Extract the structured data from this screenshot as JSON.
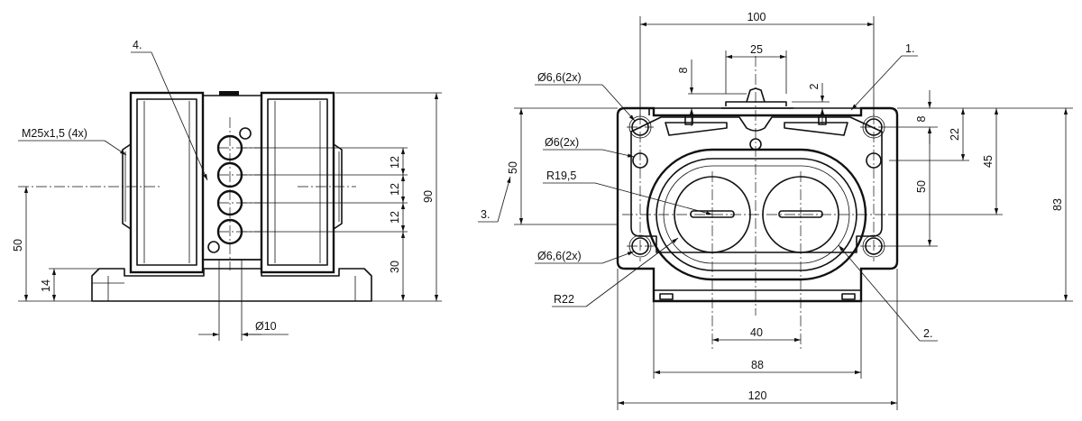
{
  "side_view": {
    "label_thread": "M25x1,5 (4x)",
    "label_item_4": "4.",
    "dim_pitch_1": "12",
    "dim_pitch_2": "12",
    "dim_pitch_3": "12",
    "dim_height_30": "30",
    "dim_height_90": "90",
    "dim_height_50": "50",
    "dim_height_14": "14",
    "dim_diameter_10": "Ø10"
  },
  "front_view": {
    "dim_width_100": "100",
    "dim_width_25": "25",
    "dim_offset_8": "8",
    "dim_offset_2": "2",
    "label_item_1": "1.",
    "label_hole_66_top": "Ø6,6(2x)",
    "label_hole_6": "Ø6(2x)",
    "label_r195": "R19,5",
    "label_hole_66_bottom": "Ø6,6(2x)",
    "label_r22": "R22",
    "dim_height_50_left": "50",
    "label_item_3": "3.",
    "label_item_2": "2.",
    "dim_right_8": "8",
    "dim_right_22": "22",
    "dim_right_45": "45",
    "dim_right_50": "50",
    "dim_right_83": "83",
    "dim_width_40": "40",
    "dim_width_88": "88",
    "dim_width_120": "120"
  }
}
